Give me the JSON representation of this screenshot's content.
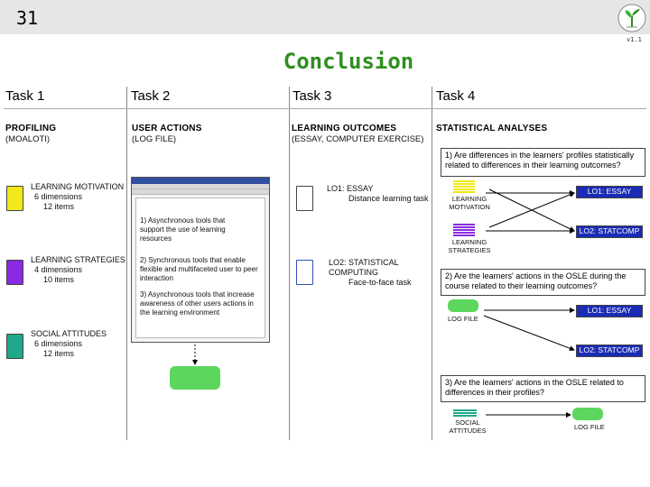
{
  "header": {
    "slide_number": "31",
    "version": "v1.1",
    "title": "Conclusion",
    "logo_icon": "sprout-logo-icon"
  },
  "colors": {
    "title_green": "#2f8f1f",
    "doc_yellow": "#f2e81a",
    "doc_purple": "#8a2be2",
    "doc_teal": "#1fa88a",
    "doc_blue": "#2f4fbf",
    "cylinder_green": "#5cd65c",
    "target_blue": "#1a2bb5"
  },
  "tasks": {
    "task1": {
      "label": "Task 1",
      "heading": "PROFILING",
      "subheading": "(MOALOTI)",
      "items": [
        {
          "name": "LEARNING MOTIVATION",
          "dimensions": "6 dimensions",
          "items": "12 items"
        },
        {
          "name": "LEARNING STRATEGIES",
          "dimensions": "4 dimensions",
          "items": "10 items"
        },
        {
          "name": "SOCIAL ATTITUDES",
          "dimensions": "6 dimensions",
          "items": "12 items"
        }
      ]
    },
    "task2": {
      "label": "Task 2",
      "heading": "USER ACTIONS",
      "subheading": "(LOG FILE)",
      "notes": [
        "1) Asynchronous tools that support the use of learning resources",
        "2) Synchronous tools that enable flexible and multifaceted user to peer interaction",
        "3) Asynchronous tools that increase awareness of other users actions in the learning environment"
      ]
    },
    "task3": {
      "label": "Task 3",
      "heading": "LEARNING OUTCOMES",
      "subheading": "(ESSAY, COMPUTER EXERCISE)",
      "outcomes": [
        {
          "name": "LO1: ESSAY",
          "detail": "Distance learning task"
        },
        {
          "name": "LO2: STATISTICAL COMPUTING",
          "detail": "Face-to-face task"
        }
      ]
    },
    "task4": {
      "label": "Task 4",
      "heading": "STATISTICAL ANALYSES",
      "questions": [
        "1) Are differences in the learners' profiles statistically related to differences in their learning outcomes?",
        "2) Are the learners' actions in the OSLE during the course related to their learning outcomes?",
        "3) Are the learners' actions in the OSLE related to differences in their profiles?"
      ],
      "q1": {
        "sources": [
          "LEARNING MOTIVATION",
          "LEARNING STRATEGIES"
        ],
        "targets": [
          "LO1: ESSAY",
          "LO2: STATCOMP"
        ]
      },
      "q2": {
        "source": "LOG FILE",
        "targets": [
          "LO1: ESSAY",
          "LO2: STATCOMP"
        ]
      },
      "q3": {
        "source": "SOCIAL ATTITUDES",
        "target": "LOG FILE"
      }
    }
  }
}
